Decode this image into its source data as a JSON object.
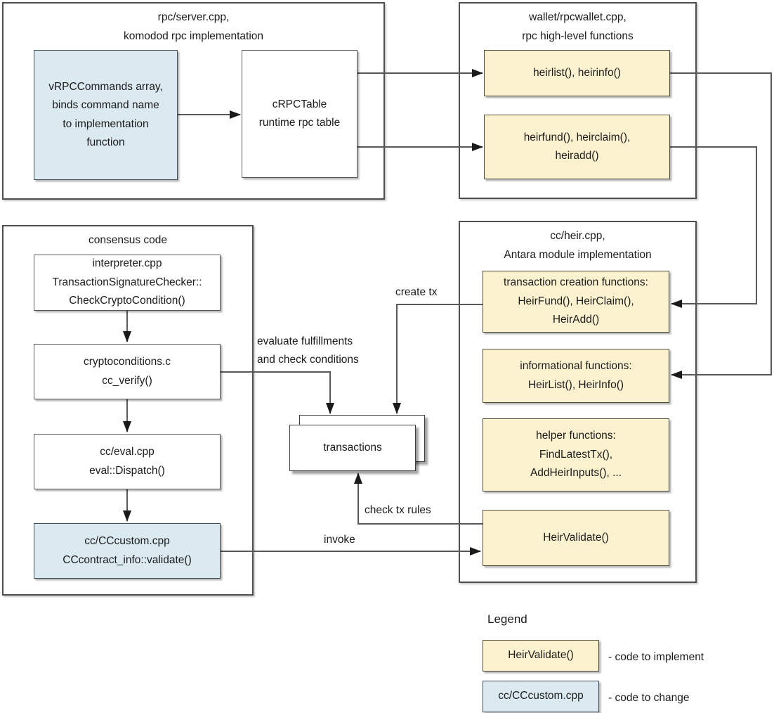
{
  "colors": {
    "implement_fill": "#FCF2CF",
    "change_fill": "#DBE9F1",
    "line": "#595959",
    "text": "#1b1b1b"
  },
  "groups": {
    "rpc_server": {
      "title": [
        "rpc/server.cpp,",
        "komodod rpc implementation"
      ]
    },
    "wallet": {
      "title": [
        "wallet/rpcwallet.cpp,",
        "rpc high-level functions"
      ]
    },
    "consensus": {
      "title": [
        "consensus code"
      ]
    },
    "heir": {
      "title": [
        "cc/heir.cpp,",
        "Antara module implementation"
      ]
    }
  },
  "nodes": {
    "vrpccommands": {
      "lines": [
        "vRPCCommands array,",
        "binds command name",
        "to implementation",
        "function"
      ]
    },
    "crpctable": {
      "lines": [
        "cRPCTable",
        "runtime rpc table"
      ]
    },
    "heirlist_rpc": {
      "lines": [
        "heirlist(), heirinfo()"
      ]
    },
    "heirfund_rpc": {
      "lines": [
        "heirfund(), heirclaim(),",
        "heiradd()"
      ]
    },
    "interpreter": {
      "lines": [
        "interpreter.cpp",
        "TransactionSignatureChecker::",
        "CheckCryptoCondition()"
      ]
    },
    "cryptoconditions": {
      "lines": [
        "cryptoconditions.c",
        "cc_verify()"
      ]
    },
    "cceval": {
      "lines": [
        "cc/eval.cpp",
        "eval::Dispatch()"
      ]
    },
    "cccustom": {
      "lines": [
        "cc/CCcustom.cpp",
        "CCcontract_info::validate()"
      ]
    },
    "txcreation": {
      "lines": [
        "transaction creation functions:",
        "HeirFund(), HeirClaim(),",
        "HeirAdd()"
      ]
    },
    "informational": {
      "lines": [
        "informational functions:",
        "HeirList(), HeirInfo()"
      ]
    },
    "helper": {
      "lines": [
        "helper functions:",
        "FindLatestTx(),",
        "AddHeirInputs(), ..."
      ]
    },
    "heirvalidate": {
      "lines": [
        "HeirValidate()"
      ]
    },
    "transactions": {
      "lines": [
        "transactions"
      ]
    }
  },
  "edge_labels": {
    "create_tx": "create tx",
    "evaluate": [
      "evaluate fulfillments",
      "and check conditions"
    ],
    "check_tx_rules": "check tx rules",
    "invoke": "invoke"
  },
  "legend": {
    "title": "Legend",
    "items": [
      {
        "box": "HeirValidate()",
        "desc": "- code to implement"
      },
      {
        "box": "cc/CCcustom.cpp",
        "desc": "- code to change"
      }
    ]
  }
}
